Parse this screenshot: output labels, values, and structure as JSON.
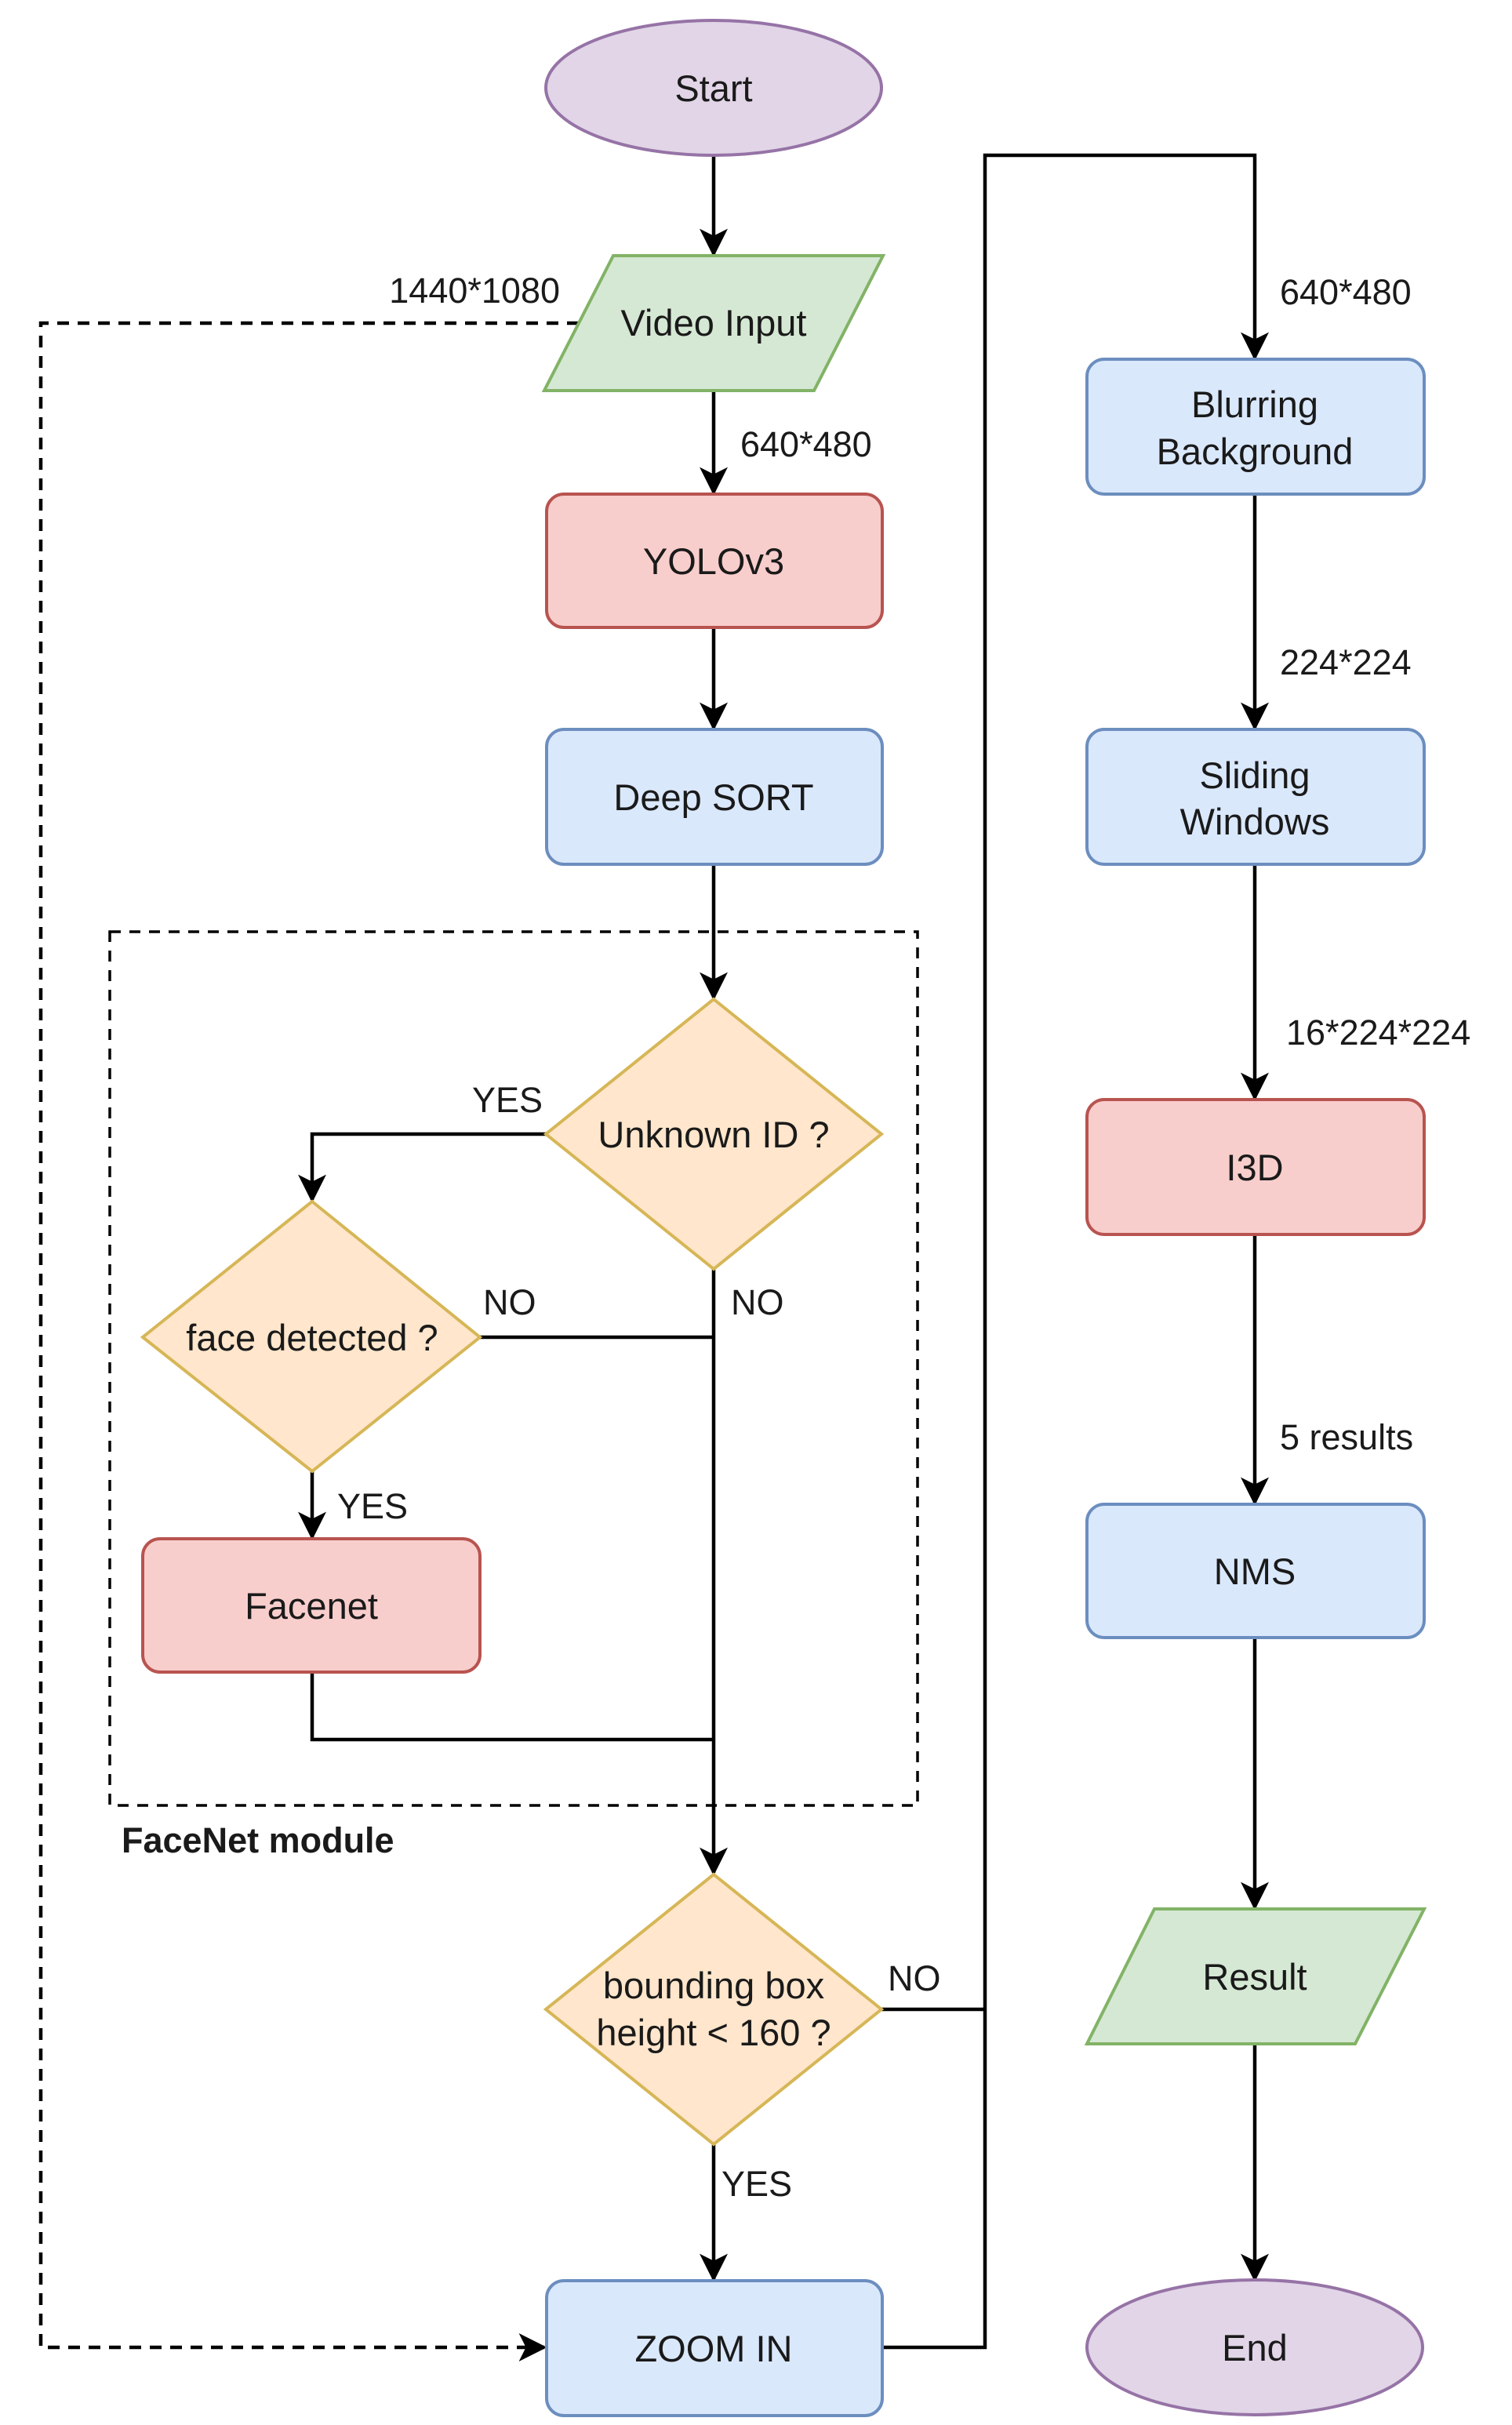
{
  "colors": {
    "terminator_fill": "#e1d5e7",
    "terminator_stroke": "#9673a6",
    "io_fill": "#d5e8d4",
    "io_stroke": "#82b366",
    "model_fill": "#f8cecc",
    "model_stroke": "#b85450",
    "process_fill": "#dae8fc",
    "process_stroke": "#6c8ebf",
    "decision_fill": "#ffe6cc",
    "decision_stroke": "#d6b656"
  },
  "nodes": {
    "start": "Start",
    "video_input": "Video Input",
    "yolo": "YOLOv3",
    "deep_sort": "Deep SORT",
    "unknown_id": "Unknown ID ?",
    "face_detected": "face detected ?",
    "facenet": "Facenet",
    "bbox_line1": "bounding box",
    "bbox_line2": "height < 160 ?",
    "zoom_in": "ZOOM IN",
    "blur_line1": "Blurring",
    "blur_line2": "Background",
    "sliding_line1": "Sliding",
    "sliding_line2": "Windows",
    "i3d": "I3D",
    "nms": "NMS",
    "result": "Result",
    "end": "End"
  },
  "edge_labels": {
    "input_resolution": "1440*1080",
    "to_yolo": "640*480",
    "to_blur": "640*480",
    "to_sliding": "224*224",
    "to_i3d": "16*224*224",
    "to_nms": "5 results",
    "unknown_yes": "YES",
    "unknown_no": "NO",
    "face_no": "NO",
    "face_yes": "YES",
    "bbox_no": "NO",
    "bbox_yes": "YES"
  },
  "module_label": "FaceNet module"
}
